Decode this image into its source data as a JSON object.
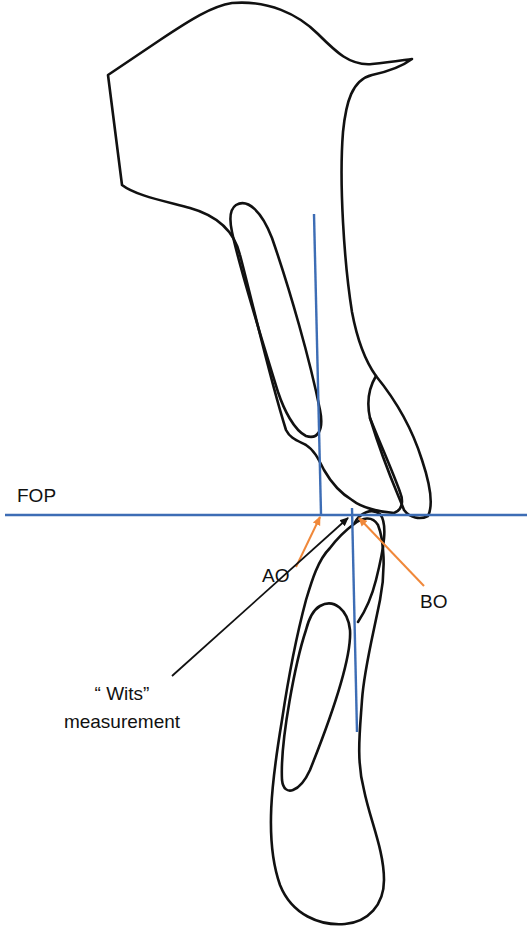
{
  "diagram": {
    "labels": [
      "FOP",
      "AO",
      "BO",
      "“ Wits” measurement"
    ]
  }
}
